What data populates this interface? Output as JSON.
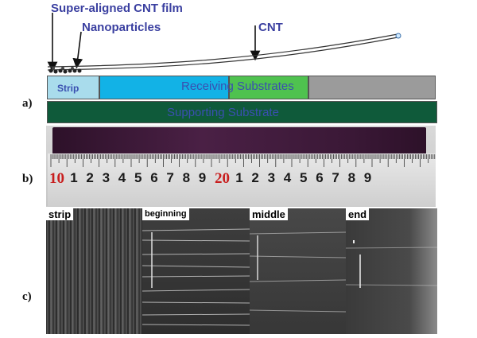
{
  "labels": {
    "cnt_film": "Super-aligned CNT film",
    "nanoparticles": "Nanoparticles",
    "cnt": "CNT"
  },
  "panels": {
    "a": "a)",
    "b": "b)",
    "c": "c)"
  },
  "substrates": {
    "strip": "Strip",
    "receiving": "Receiving Substrates",
    "supporting": "Supporting Substrate"
  },
  "ruler": {
    "numbers": [
      "10",
      "1",
      "2",
      "3",
      "4",
      "5",
      "6",
      "7",
      "8",
      "9",
      "20",
      "1",
      "2",
      "3",
      "4",
      "5",
      "6",
      "7",
      "8",
      "9"
    ]
  },
  "micrographs": {
    "strip": "strip",
    "beginning": "beginning",
    "middle": "middle",
    "end": "end"
  },
  "colors": {
    "strip_box": "#a9dcec",
    "receiving_blue": "#12b2e6",
    "receiving_green": "#4fc24f",
    "receiving_gray": "#9b9b9b",
    "supporting": "#0f5a3a",
    "film": "#3d1a3a",
    "label_blue": "#3a3fa0",
    "ruler_red": "#c81e1e"
  }
}
